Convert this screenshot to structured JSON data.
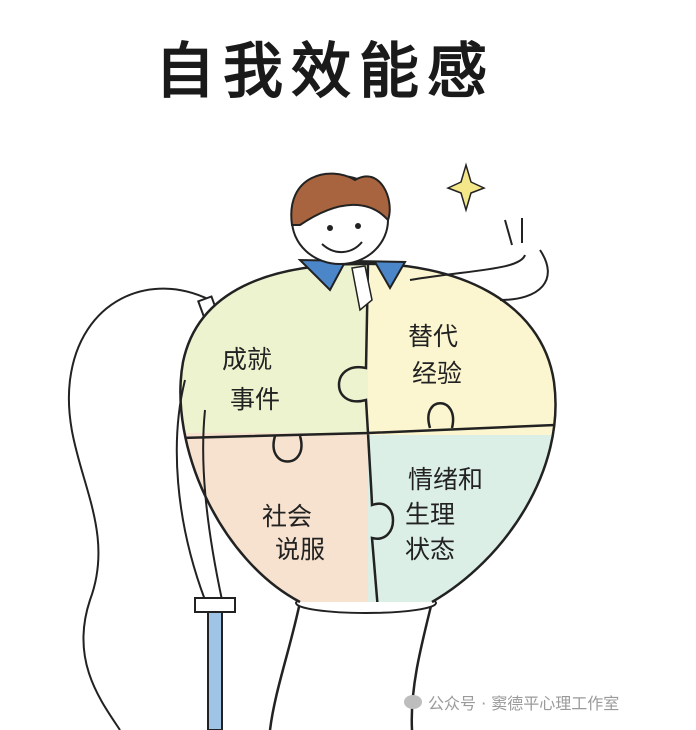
{
  "title": "自我效能感",
  "pieces": {
    "top_left": {
      "line1": "成就",
      "line2": "事件",
      "color": "#eef3cf"
    },
    "top_right": {
      "line1": "替代",
      "line2": "经验",
      "color": "#fbf6cf"
    },
    "bottom_left": {
      "line1": "社会",
      "line2": "说服",
      "color": "#f7e2cf"
    },
    "bottom_right": {
      "line1": "情绪和",
      "line2": "生理",
      "line3": "状态",
      "color": "#dcefe6"
    }
  },
  "watermark": {
    "text": "公众号 · 窦德平心理工作室",
    "icon": "wechat-icon"
  }
}
